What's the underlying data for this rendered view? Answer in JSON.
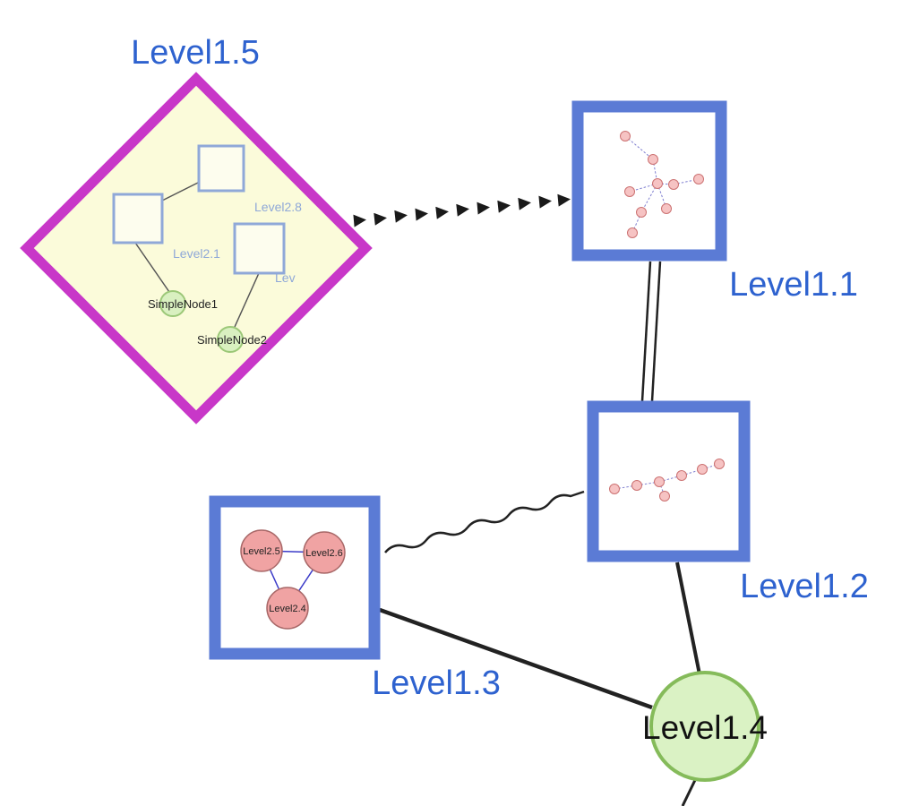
{
  "graph": {
    "groups": {
      "level15": {
        "label": "Level1.5",
        "children": {
          "square1_label": "Level2.8",
          "square2_label": "Level2.1",
          "square3_label": "Lev",
          "node1_label": "SimpleNode1",
          "node2_label": "SimpleNode2"
        }
      },
      "level13": {
        "label": "Level1.3",
        "children": [
          "Level2.5",
          "Level2.6",
          "Level2.4"
        ]
      }
    },
    "nodes": {
      "level11_label": "Level1.1",
      "level12_label": "Level1.2",
      "level14_label": "Level1.4"
    },
    "colors": {
      "group_diamond_border": "#c837c8",
      "group_diamond_fill": "#fbfbda",
      "box_border": "#5b7bd5",
      "box_fill": "#ffffff",
      "label_blue": "#2e62cf",
      "label_black": "#111111",
      "inner_square_border": "#8fa8d8",
      "green_fill": "#d9f0c0",
      "green_border": "#85bb5a",
      "pink_fill": "#f0a3a3",
      "pink_border": "#a86868",
      "edge_black": "#222222"
    }
  }
}
